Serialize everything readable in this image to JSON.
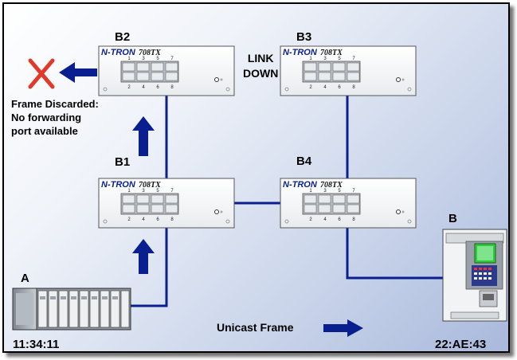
{
  "switches": [
    {
      "id": "B2",
      "brand": "N-TRON",
      "model": "708TX",
      "ports_top": [
        "1",
        "3",
        "5",
        "7"
      ],
      "ports_bottom": [
        "2",
        "4",
        "6",
        "8"
      ]
    },
    {
      "id": "B3",
      "brand": "N-TRON",
      "model": "708TX",
      "ports_top": [
        "1",
        "3",
        "5",
        "7"
      ],
      "ports_bottom": [
        "2",
        "4",
        "6",
        "8"
      ]
    },
    {
      "id": "B1",
      "brand": "N-TRON",
      "model": "708TX",
      "ports_top": [
        "1",
        "3",
        "5",
        "7"
      ],
      "ports_bottom": [
        "2",
        "4",
        "6",
        "8"
      ]
    },
    {
      "id": "B4",
      "brand": "N-TRON",
      "model": "708TX",
      "ports_top": [
        "1",
        "3",
        "5",
        "7"
      ],
      "ports_bottom": [
        "2",
        "4",
        "6",
        "8"
      ]
    }
  ],
  "link_down": {
    "line1": "LINK",
    "line2": "DOWN"
  },
  "discard": {
    "line1": "Frame Discarded:",
    "line2": "No forwarding",
    "line3": "port available"
  },
  "devices": {
    "a": {
      "label": "A",
      "mac": "11:34:11"
    },
    "b": {
      "label": "B",
      "mac": "22:AE:43"
    }
  },
  "legend": {
    "label": "Unicast Frame"
  },
  "colors": {
    "link": "#0a1f8f",
    "arrow": "#0a1f8f",
    "discard": "#e23a2a"
  }
}
